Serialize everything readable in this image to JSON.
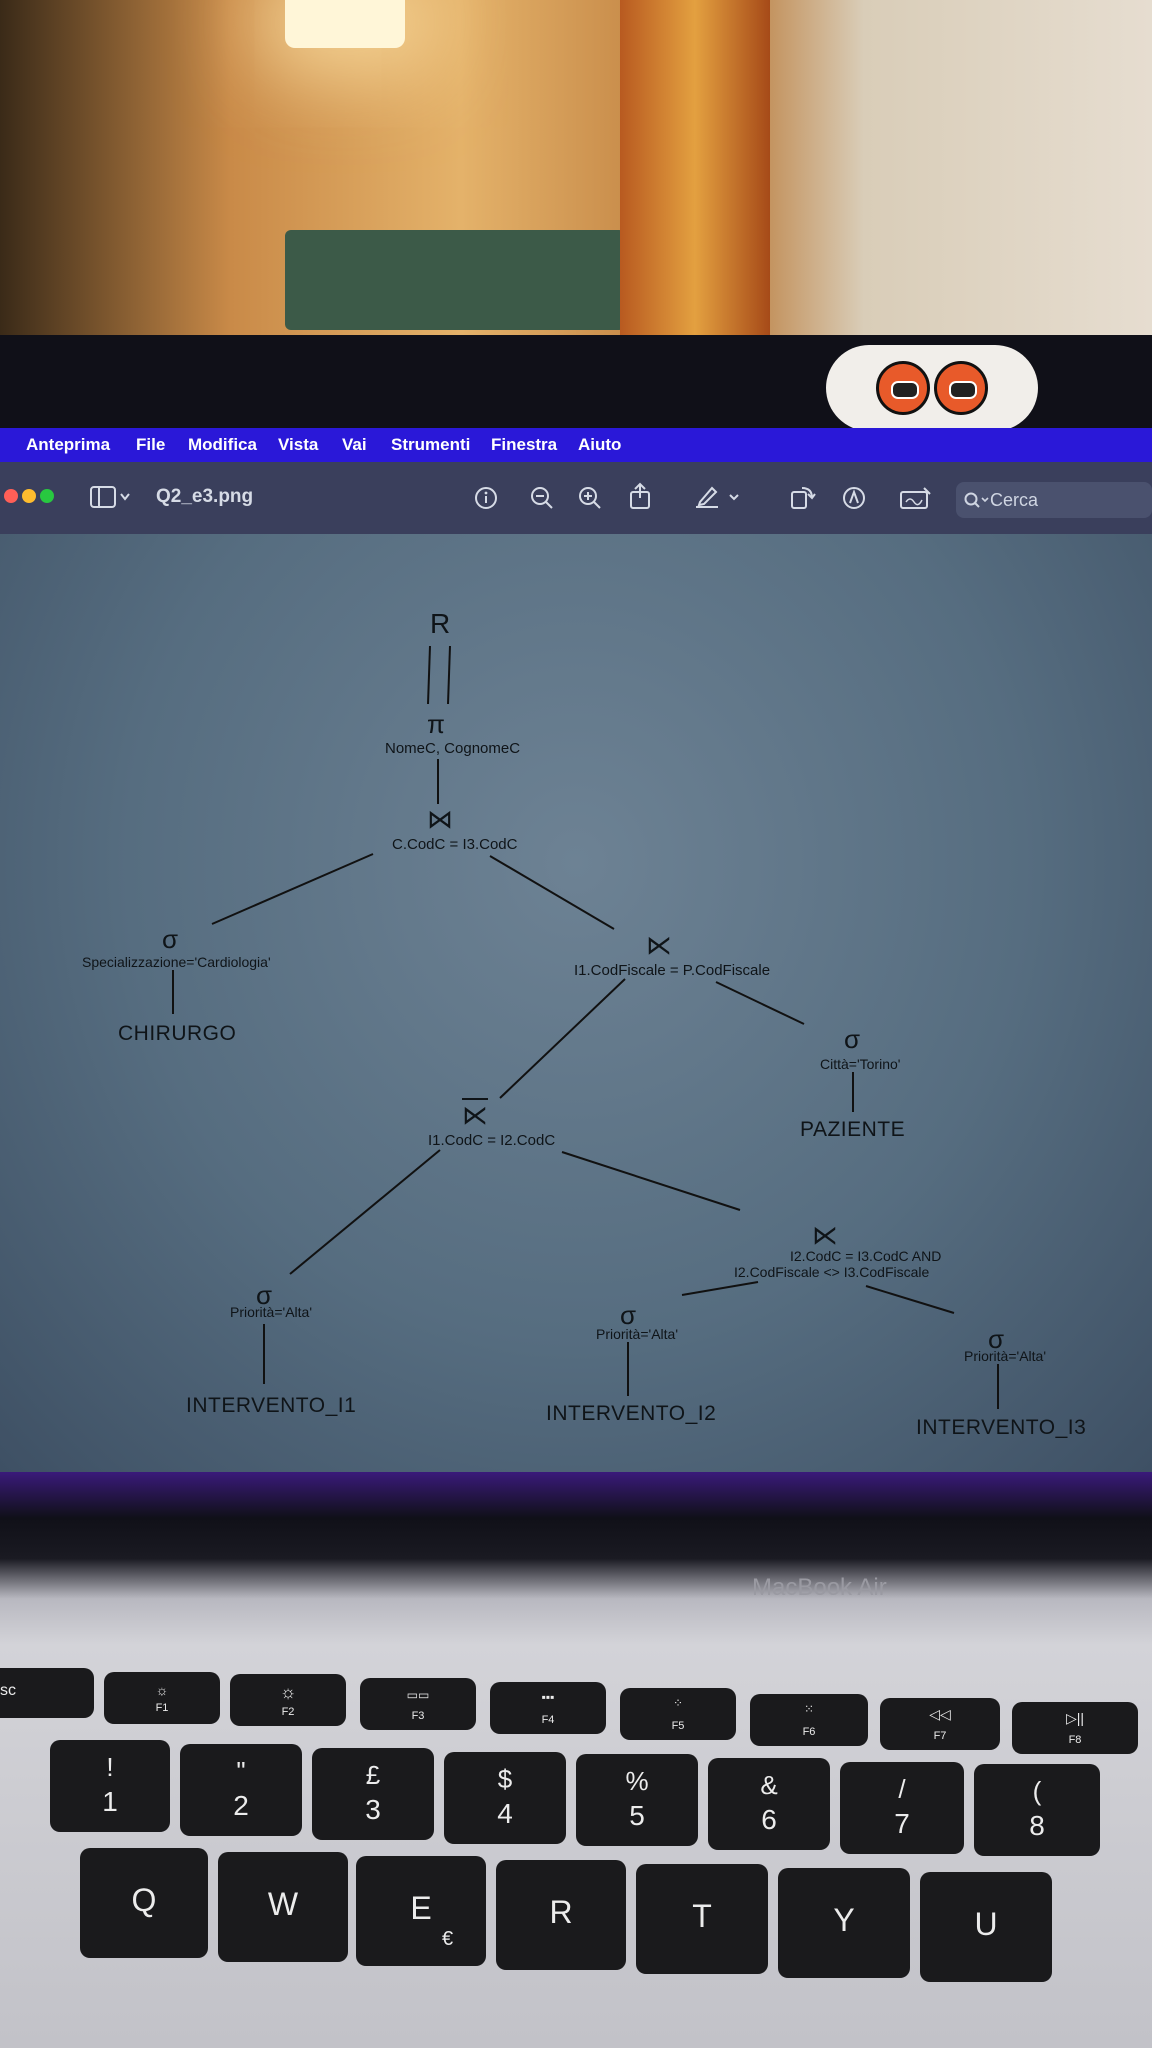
{
  "menubar": {
    "items": [
      "Anteprima",
      "File",
      "Modifica",
      "Vista",
      "Vai",
      "Strumenti",
      "Finestra",
      "Aiuto"
    ]
  },
  "window": {
    "filename": "Q2_e3.png",
    "search_placeholder": "Cerca",
    "toolbar_icons": [
      "sidebar-icon",
      "info-icon",
      "zoom-out-icon",
      "zoom-in-icon",
      "share-icon",
      "markup-pen-icon",
      "rotate-icon",
      "annotate-icon",
      "signature-icon",
      "search-icon"
    ]
  },
  "diagram": {
    "result": "R",
    "projection": {
      "symbol": "π",
      "attrs": "NomeC, CognomeC"
    },
    "join_top": {
      "symbol": "⋈",
      "cond": "C.CodC = I3.CodC"
    },
    "select_spec": {
      "symbol": "σ",
      "cond": "Specializzazione='Cardiologia'",
      "relation": "CHIRURGO"
    },
    "semijoin_paz": {
      "symbol": "⋉",
      "cond": "I1.CodFiscale = P.CodFiscale"
    },
    "select_citta": {
      "symbol": "σ",
      "cond": "Città='Torino'",
      "relation": "PAZIENTE"
    },
    "antijoin": {
      "symbol": "⋉",
      "cond": "I1.CodC = I2.CodC"
    },
    "select_i1": {
      "symbol": "σ",
      "cond": "Priorità='Alta'",
      "relation": "INTERVENTO_I1"
    },
    "semijoin_i3": {
      "symbol": "⋉",
      "cond1": "I2.CodC = I3.CodC AND",
      "cond2": "I2.CodFiscale <> I3.CodFiscale"
    },
    "select_i2": {
      "symbol": "σ",
      "cond": "Priorità='Alta'",
      "relation": "INTERVENTO_I2"
    },
    "select_i3": {
      "symbol": "σ",
      "cond": "Priorità='Alta'",
      "relation": "INTERVENTO_I3"
    }
  },
  "laptop": {
    "brand": "MacBook Air",
    "fn_keys": [
      "F1",
      "F2",
      "F3",
      "F4",
      "F5",
      "F6",
      "F7",
      "F8"
    ],
    "number_keys": [
      {
        "top": "!",
        "main": "1"
      },
      {
        "top": "\"",
        "main": "2"
      },
      {
        "top": "£",
        "main": "3"
      },
      {
        "top": "$",
        "main": "4"
      },
      {
        "top": "%",
        "main": "5"
      },
      {
        "top": "&",
        "main": "6"
      },
      {
        "top": "/",
        "main": "7"
      },
      {
        "top": "(",
        "main": "8"
      }
    ],
    "letter_keys": [
      "Q",
      "W",
      "E",
      "R",
      "T",
      "Y",
      "U"
    ],
    "euro": "€",
    "esc": "sc"
  }
}
